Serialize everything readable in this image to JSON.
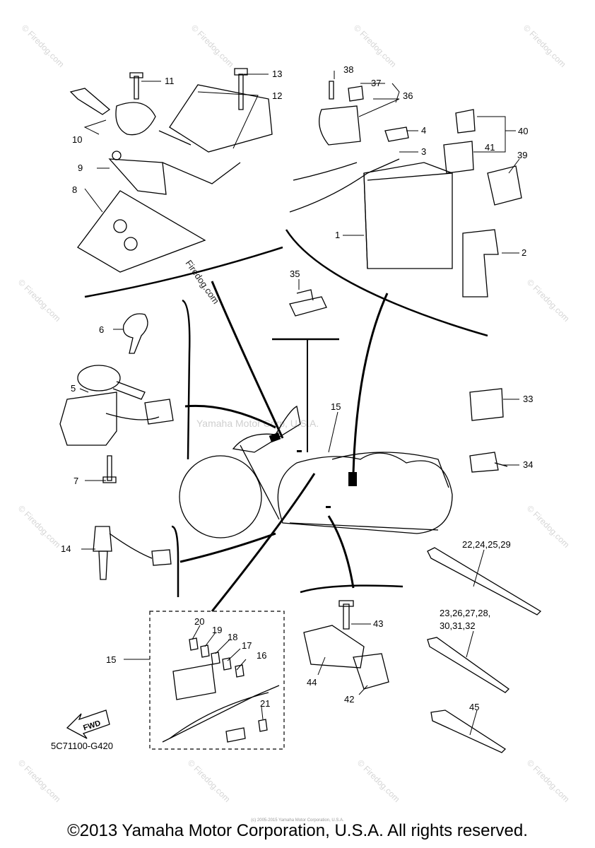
{
  "diagram": {
    "part_code": "5C71100-G420",
    "fwd_label": "FWD",
    "center_watermark": "Yamaha Motor Corp, U.S.A.",
    "watermark": "© Firedog.com",
    "side_watermark": "Firedog.com",
    "callouts": {
      "c1": "1",
      "c2": "2",
      "c3": "3",
      "c4": "4",
      "c5": "5",
      "c6": "6",
      "c7": "7",
      "c8": "8",
      "c9": "9",
      "c10": "10",
      "c11": "11",
      "c12": "12",
      "c13": "13",
      "c14": "14",
      "c15a": "15",
      "c15b": "15",
      "c16": "16",
      "c17": "17",
      "c18": "18",
      "c19": "19",
      "c20": "20",
      "c21": "21",
      "c33": "33",
      "c34": "34",
      "c35": "35",
      "c36": "36",
      "c37": "37",
      "c38": "38",
      "c39": "39",
      "c40": "40",
      "c41": "41",
      "c42": "42",
      "c43": "43",
      "c44": "44",
      "c45": "45",
      "c_ties_a": "22,24,25,29",
      "c_ties_b1": "23,26,27,28,",
      "c_ties_b2": "30,31,32"
    }
  },
  "footer": {
    "copyright": "©2013 Yamaha Motor Corporation, U.S.A. All rights reserved.",
    "tiny_note": "(c) 2005-2015 Yamaha Motor Corporation, U.S.A."
  }
}
